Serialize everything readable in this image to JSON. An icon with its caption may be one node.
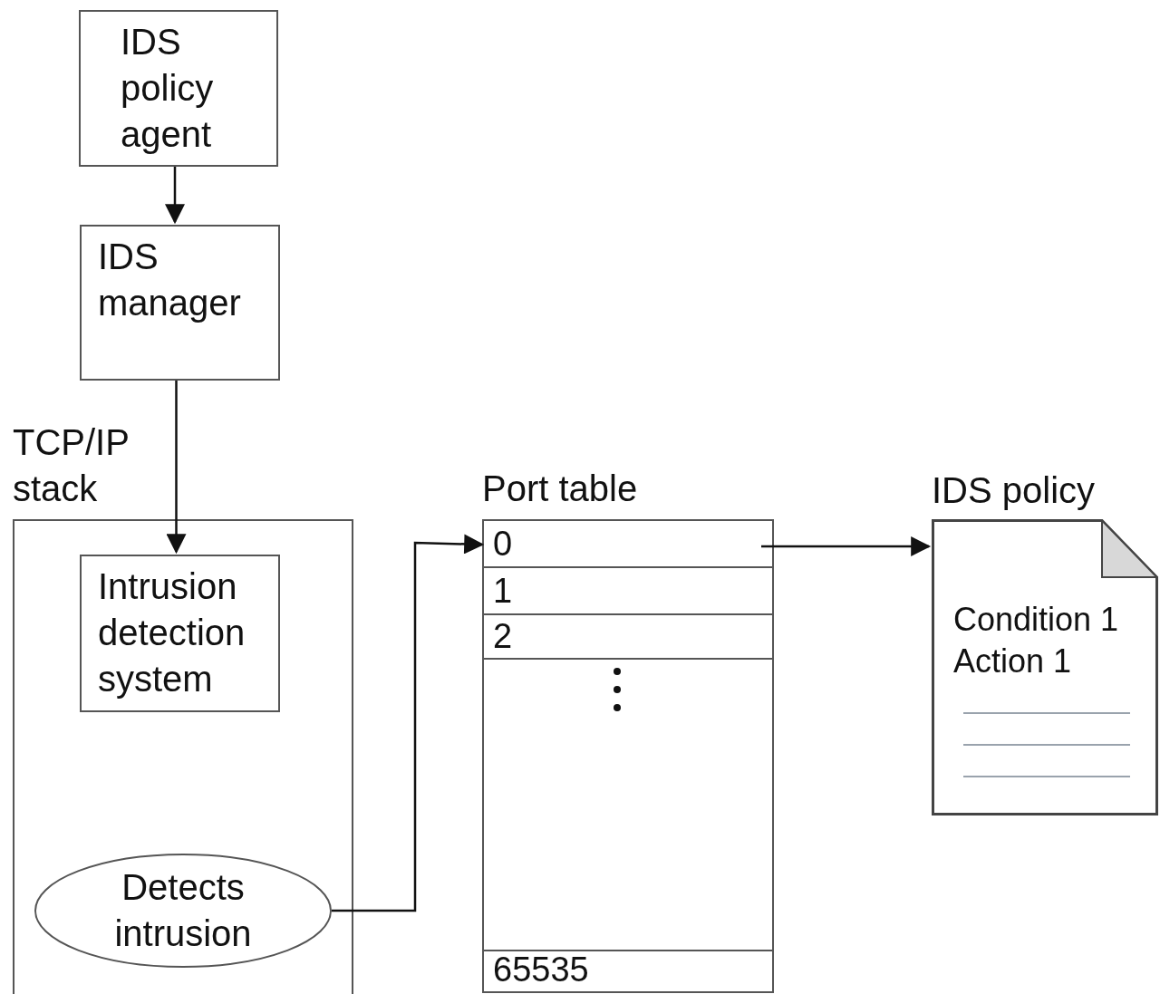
{
  "diagram": {
    "nodes": [
      {
        "text": [
          "IDS policy agent"
        ]
      },
      {
        "text": [
          "IDS manager"
        ]
      },
      {
        "text": [
          "TCP/IP stack"
        ]
      },
      {
        "text": [
          "Intrusion detection system"
        ],
        "in": 2
      },
      {
        "text": [
          "Detects intrusion"
        ],
        "in": 2
      },
      {
        "text": [
          "Port table"
        ]
      },
      {
        "text": [
          "0"
        ],
        "in": 5
      },
      {
        "text": [
          "1"
        ],
        "in": 5
      },
      {
        "text": [
          "2"
        ],
        "in": 5
      },
      {
        "text": [
          "65535"
        ],
        "in": 5
      },
      {
        "text": [
          "IDS policy",
          "Condition 1",
          "Action 1"
        ]
      }
    ],
    "edges": [
      {
        "from": 0,
        "to": 1,
        "arrow": "to"
      },
      {
        "from": 1,
        "to": 3,
        "arrow": "to"
      },
      {
        "from": 4,
        "to": 6,
        "arrow": "to"
      },
      {
        "from": 6,
        "to": 10,
        "arrow": "to"
      }
    ]
  }
}
